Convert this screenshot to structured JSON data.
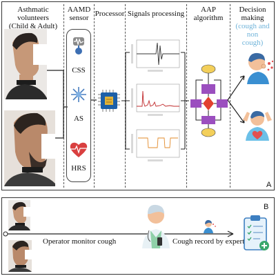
{
  "panel_a": {
    "headers": {
      "volunteers_line1": "Asthmatic volunteers",
      "volunteers_line2": "(Child & Adult)",
      "aamd_line1": "AAMD",
      "aamd_line2": "sensor",
      "processor": "Processor",
      "signals": "Signals processing",
      "aap_line1": "AAP",
      "aap_line2": "algorithm",
      "decision_line1": "Decision",
      "decision_line2": "making",
      "decision_line3": "(cough and non",
      "decision_line4": "cough)"
    },
    "sensors": [
      "CSS",
      "AS",
      "HRS"
    ],
    "panel_letter": "A"
  },
  "panel_b": {
    "operator_label": "Operator monitor cough",
    "expert_label": "Cough record by expert",
    "panel_letter": "B"
  },
  "colors": {
    "accent_text": "#6fb3d9",
    "chip": "#1b5fa8",
    "flow_box": "#9b4fbf",
    "flow_diamond": "#e2402f",
    "flow_oval": "#f3cf5a",
    "heart": "#d94040"
  },
  "icons": [
    "microphone-wave-icon",
    "accelerometer-icon",
    "heart-rate-icon",
    "processor-chip-icon",
    "coughing-person-icon",
    "healthy-person-icon",
    "doctor-icon",
    "clipboard-report-icon"
  ]
}
